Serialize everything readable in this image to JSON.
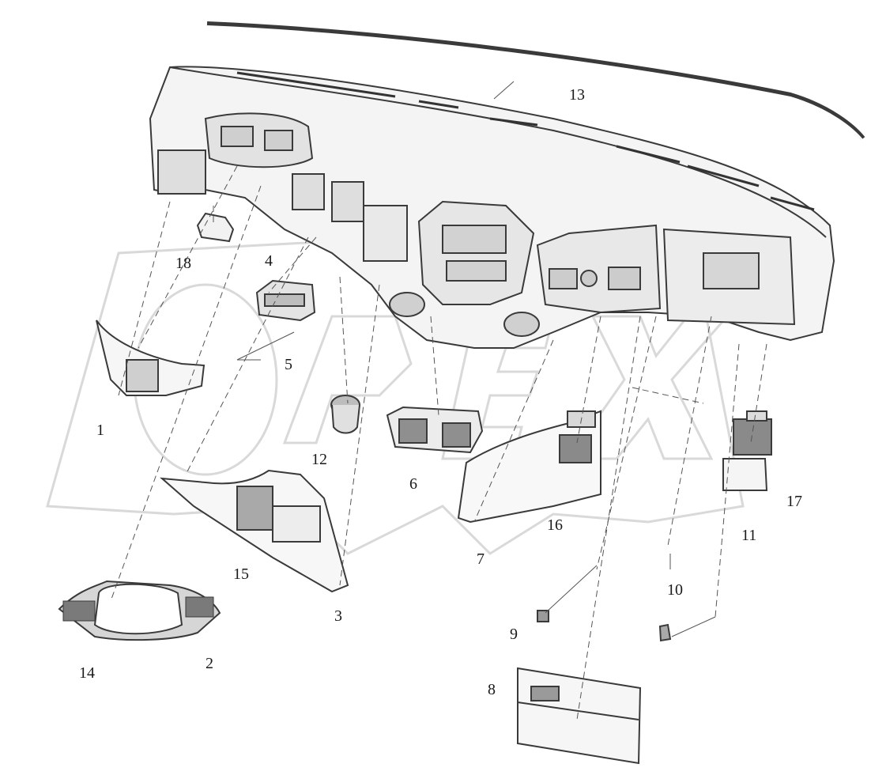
{
  "watermark": {
    "text": "OPEX",
    "color": "#e6e6e6"
  },
  "colors": {
    "line": "#3a3a3a",
    "fill": "#f4f4f4",
    "dark": "#5a5a5a"
  },
  "callouts": [
    {
      "id": "1",
      "text": "1"
    },
    {
      "id": "2",
      "text": "2"
    },
    {
      "id": "3",
      "text": "3"
    },
    {
      "id": "4",
      "text": "4"
    },
    {
      "id": "5",
      "text": "5"
    },
    {
      "id": "6",
      "text": "6"
    },
    {
      "id": "7",
      "text": "7"
    },
    {
      "id": "8",
      "text": "8"
    },
    {
      "id": "9",
      "text": "9"
    },
    {
      "id": "10",
      "text": "10"
    },
    {
      "id": "11",
      "text": "11"
    },
    {
      "id": "12",
      "text": "12"
    },
    {
      "id": "13",
      "text": "13"
    },
    {
      "id": "14",
      "text": "14"
    },
    {
      "id": "15",
      "text": "15"
    },
    {
      "id": "16",
      "text": "16"
    },
    {
      "id": "17",
      "text": "17"
    },
    {
      "id": "18",
      "text": "18"
    }
  ]
}
